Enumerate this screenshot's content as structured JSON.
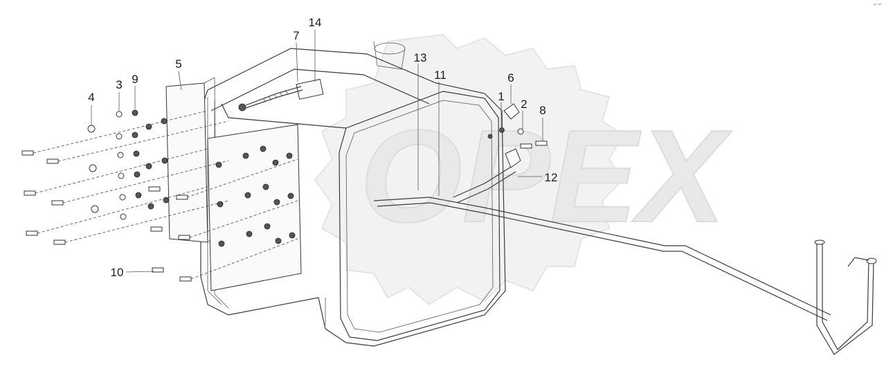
{
  "header": {
    "corner_code": "ᵍᵖ ᵇᵇᵇ"
  },
  "callouts": {
    "c1": "1",
    "c2": "2",
    "c3": "3",
    "c4": "4",
    "c5": "5",
    "c6": "6",
    "c7": "7",
    "c8": "8",
    "c9": "9",
    "c10": "10",
    "c11": "11",
    "c12": "12",
    "c13": "13",
    "c14": "14"
  },
  "watermark": {
    "text": "OPEX",
    "color": "#eaeaea"
  },
  "colors": {
    "line": "#3a3a3a",
    "background": "#ffffff"
  }
}
